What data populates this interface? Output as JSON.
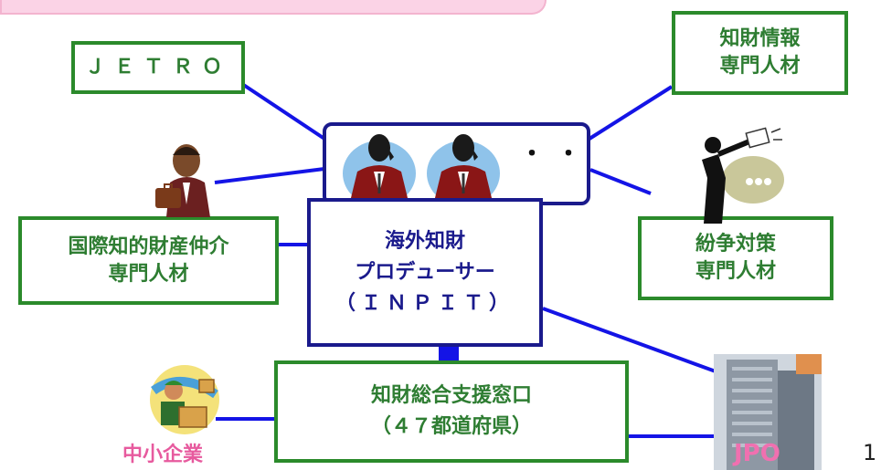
{
  "center": {
    "title": "海外知財",
    "subtitle": "プロデューサー",
    "org": "（ＩＮＰＩＴ）",
    "dots": "・・"
  },
  "nodes": {
    "jetro": "ＪＥＴＲＯ",
    "ip_info": [
      "知財情報",
      "専門人材"
    ],
    "intl_broker": [
      "国際知的財産仲介",
      "専門人材"
    ],
    "dispute": [
      "紛争対策",
      "専門人材"
    ],
    "support": [
      "知財総合支援窓口",
      "（４７都道府県）"
    ],
    "sme": "中小企業",
    "jpo": "JPO"
  },
  "page_number": "1",
  "colors": {
    "box_border": "#2b8a2b",
    "box_text": "#2e7d32",
    "center_border": "#1a1a8c",
    "connector": "#1414e6",
    "accent_pink": "#e75a9e"
  }
}
